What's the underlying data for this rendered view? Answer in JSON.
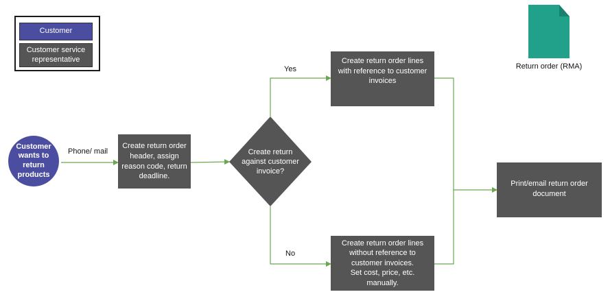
{
  "legend": {
    "customer": "Customer",
    "csr": "Customer service\nrepresentative"
  },
  "document": {
    "label": "Return order (RMA)",
    "color": "#21a08a"
  },
  "nodes": {
    "start": "Customer\nwants to\nreturn\nproducts",
    "create_header": "Create return order\nheader, assign\nreason code, return\ndeadline.",
    "decision": "Create return\nagainst customer\ninvoice?",
    "lines_with_ref": "Create return order lines\nwith reference to customer\ninvoices",
    "lines_without_ref": "Create return order lines\nwithout reference to\ncustomer invoices.\nSet cost, price, etc.\nmanually.",
    "print": "Print/email return order\ndocument"
  },
  "edges": {
    "phone_mail": "Phone/ mail",
    "yes": "Yes",
    "no": "No"
  },
  "colors": {
    "customer_lane": "#4b4ea0",
    "csr_lane": "#555555",
    "connector": "#6aa84f"
  }
}
